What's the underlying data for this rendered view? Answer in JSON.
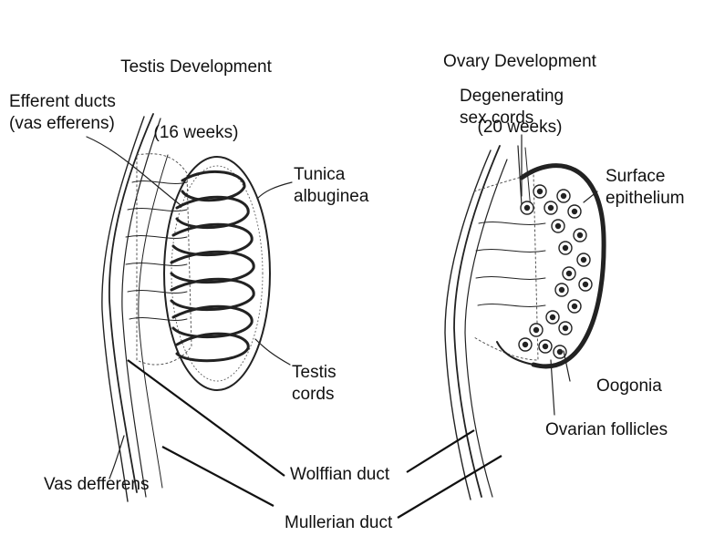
{
  "testis": {
    "title": "Testis Development",
    "age": "(16 weeks)",
    "labels": {
      "efferent_ducts": "Efferent ducts\n(vas efferens)",
      "tunica_albuginea": "Tunica\nalbuginea",
      "testis_cords": "Testis\ncords",
      "vas_deferens": "Vas defferens"
    }
  },
  "ovary": {
    "title": "Ovary Development",
    "age": "(20 weeks)",
    "labels": {
      "degenerating_sex_cords": "Degenerating\nsex cords",
      "surface_epithelium": "Surface\nepithelium",
      "oogonia": "Oogonia",
      "ovarian_follicles": "Ovarian follicles"
    }
  },
  "shared": {
    "wolffian_duct": "Wolffian duct",
    "mullerian_duct": "Mullerian duct"
  }
}
